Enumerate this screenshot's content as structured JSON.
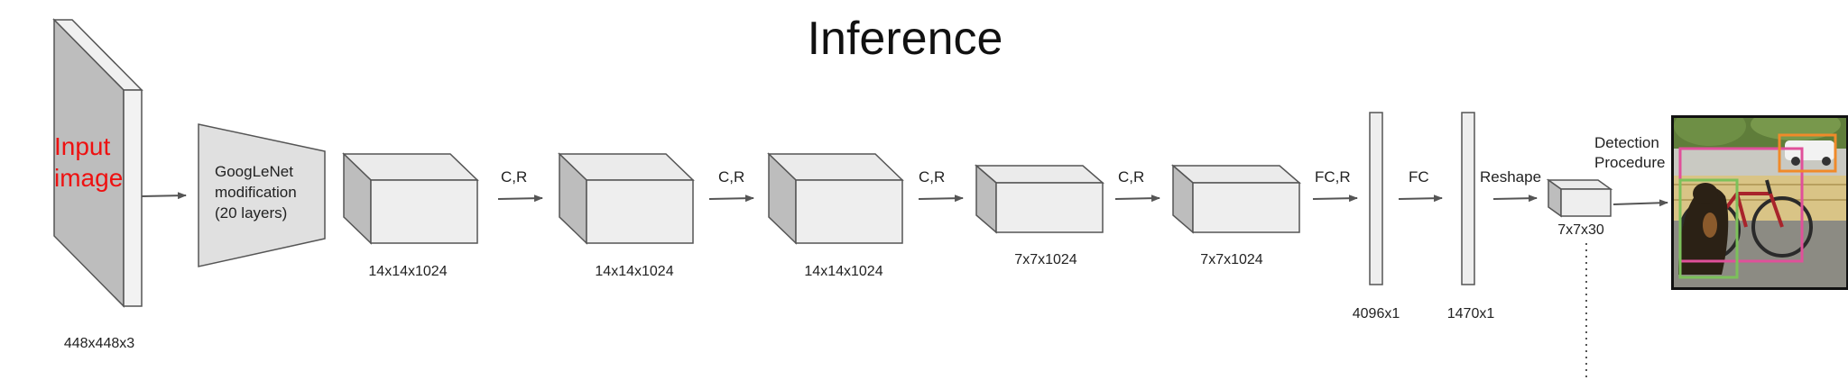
{
  "title": "Inference",
  "input": {
    "label_line1": "Input",
    "label_line2": "image",
    "dims": "448x448x3"
  },
  "googlenet": {
    "line1": "GoogLeNet",
    "line2": "modification",
    "line3": "(20 layers)"
  },
  "blocks": [
    {
      "dims": "14x14x1024"
    },
    {
      "dims": "14x14x1024"
    },
    {
      "dims": "14x14x1024"
    },
    {
      "dims": "7x7x1024"
    },
    {
      "dims": "7x7x1024"
    }
  ],
  "ops": [
    "C,R",
    "C,R",
    "C,R",
    "C,R",
    "FC,R",
    "FC",
    "Reshape"
  ],
  "fc_layers": [
    {
      "dims": "4096x1"
    },
    {
      "dims": "1470x1"
    }
  ],
  "output_tensor": {
    "dims": "7x7x30"
  },
  "detection": {
    "line1": "Detection",
    "line2": "Procedure"
  },
  "colors": {
    "shape_fill": "#e0e0e0",
    "shape_side": "#bdbdbd",
    "stroke": "#555555",
    "arrow": "#555555",
    "input_label": "#ee1111",
    "box_pink": "#e0509a",
    "box_orange": "#f08a2a",
    "box_green": "#7cc15a"
  }
}
